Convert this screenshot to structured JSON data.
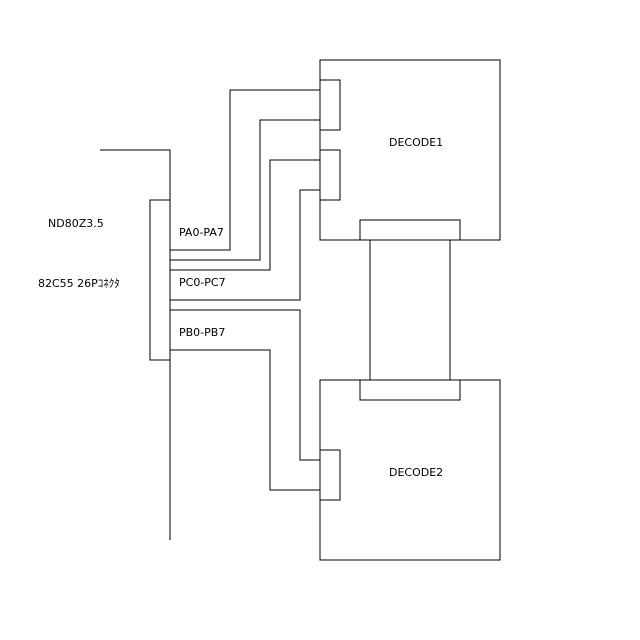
{
  "board_label": "ND80Z3.5",
  "connector_label": "82C55 26Pｺﾈｸﾀ",
  "port_a_label": "PA0-PA7",
  "port_c_label": "PC0-PC7",
  "port_b_label": "PB0-PB7",
  "decode1_label": "DECODE1",
  "decode2_label": "DECODE2",
  "colors": {
    "line": "#000000",
    "background": "#ffffff"
  }
}
